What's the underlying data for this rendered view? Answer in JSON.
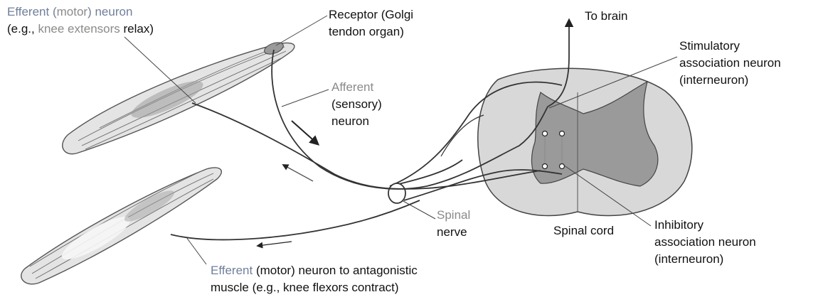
{
  "labels": {
    "efferent_top": {
      "l1_part_a": "Efferent (",
      "l1_part_b": "motor",
      "l1_part_c": ") neuron",
      "l2_part_a": "(e.g., ",
      "l2_part_b": "knee extensors",
      "l2_part_c": " relax)"
    },
    "receptor": {
      "l1": "Receptor (Golgi",
      "l2": "tendon organ)"
    },
    "to_brain": "To brain",
    "stimulatory": {
      "l1": "Stimulatory",
      "l2": "association neuron",
      "l3": "(interneuron)"
    },
    "afferent": {
      "l1": "Afferent",
      "l2": "(sensory)",
      "l3": "neuron"
    },
    "spinal_nerve": {
      "l1": "Spinal",
      "l2": "nerve"
    },
    "spinal_cord": "Spinal cord",
    "inhibitory": {
      "l1": "Inhibitory",
      "l2": "association neuron",
      "l3": "(interneuron)"
    },
    "efferent_bottom": {
      "l1_part_a": "Efferent",
      "l1_part_b": " (motor) neuron to antagonistic",
      "l2": "muscle (e.g., knee flexors contract)"
    }
  },
  "colors": {
    "label_text": "#111111",
    "gray_text": "#8a8a8a",
    "blue_gray_text": "#6f7f9a",
    "gray_matter": "#9a9a9a",
    "white_matter": "#d8d8d8",
    "muscle": "#e4e4e4",
    "line": "#333333"
  }
}
